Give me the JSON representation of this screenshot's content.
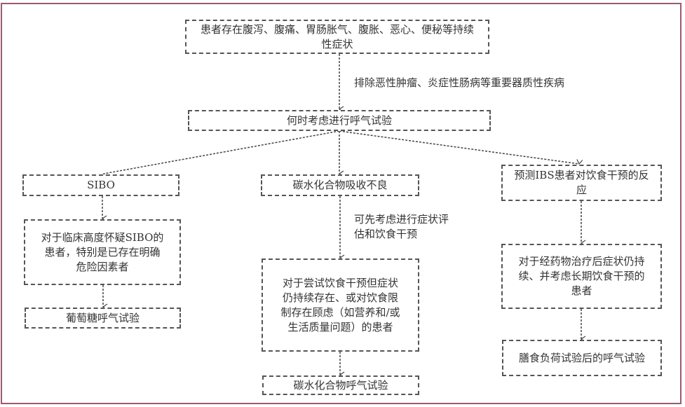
{
  "nodes": {
    "symptoms": "患者存在腹泻、腹痛、胃肠胀气、腹胀、恶心、便秘等持续性症状",
    "when_breath_test": "何时考虑进行呼气试验",
    "sibo": "SIBO",
    "carb_malabsorption": "碳水化合物吸收不良",
    "ibs_diet": "预测IBS患者对饮食干预的反应",
    "sibo_detail": "对于临床高度怀疑SIBO的患者，特别是已存在明确危险因素者",
    "glucose_test": "葡萄糖呼气试验",
    "carb_detail": "对于尝试饮食干预但症状仍持续存在、或对饮食限制存在顾虑（如营养和/或生活质量问题）的患者",
    "carb_test": "碳水化合物呼气试验",
    "ibs_detail": "对于经药物治疗后症状仍持续、并考虑长期饮食干预的患者",
    "meal_test": "膳食负荷试验后的呼气试验"
  },
  "edge_labels": {
    "exclude": "排除恶性肿瘤、炎症性肠病等重要器质性疾病",
    "consider_first": "可先考虑进行症状评估和饮食干预"
  }
}
